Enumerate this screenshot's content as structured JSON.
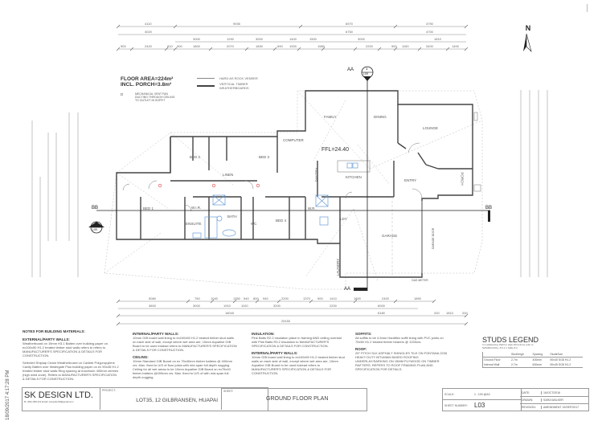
{
  "sheet": {
    "north_label": "N",
    "timestamp_vertical": "18/09/2017 4:17:28 PM"
  },
  "header_info": {
    "floor_area": "FLOOR AREA=224m²",
    "porch": "INCL. PORCH=3.8m²",
    "vent_note": "MECHANICAL VENT FAN DUCTING THROUGH CEILING TO OUTLET IN SOFFIT",
    "vent_symbol": "D",
    "legend": [
      {
        "label": "HARD AS ROCK VENEER"
      },
      {
        "label": "VERTICAL TIMBER WEATHERBOARDS"
      }
    ]
  },
  "plan": {
    "ffl": "FFL=24.40",
    "section_markers": [
      {
        "id": "AA",
        "num": "1",
        "sheet": "L09"
      },
      {
        "id": "BB",
        "num": "1",
        "sheet": "L09"
      }
    ],
    "rooms": [
      {
        "name": "FAMILY"
      },
      {
        "name": "DINING"
      },
      {
        "name": "LOUNGE"
      },
      {
        "name": "KITCHEN"
      },
      {
        "name": "PANTRY"
      },
      {
        "name": "ENTRY"
      },
      {
        "name": "PORCH"
      },
      {
        "name": "BED 1"
      },
      {
        "name": "BED 2"
      },
      {
        "name": "BED 3"
      },
      {
        "name": "BED 4"
      },
      {
        "name": "W.I.R."
      },
      {
        "name": "ENSUITE"
      },
      {
        "name": "BATH"
      },
      {
        "name": "WC"
      },
      {
        "name": "LINEN"
      },
      {
        "name": "COMPUTER"
      },
      {
        "name": "GARAGE"
      },
      {
        "name": "LAUNDRY"
      },
      {
        "name": "LDY"
      },
      {
        "name": "W.R."
      },
      {
        "name": "GAS METER"
      },
      {
        "name": "GARAGE DOOR"
      }
    ],
    "top_dimensions": {
      "row1": [
        "4110",
        "9935",
        "6970",
        "4790"
      ],
      "row2": [
        "4020",
        "6750",
        "4700"
      ],
      "row3": [
        "3000",
        "1290",
        "3000",
        "1400",
        "1500",
        "3000",
        "1810"
      ],
      "row4": [
        "900",
        "2420",
        "810",
        "900",
        "1800",
        "2070",
        "1830",
        "690",
        "1000",
        "2000",
        "1580",
        "2200",
        "900",
        "1150",
        "3400",
        "1400"
      ]
    },
    "bottom_dimensions": {
      "row1": [
        "5080",
        "750",
        "1040",
        "1350",
        "540",
        "800",
        "940",
        "2200",
        "1370",
        "900",
        "1410",
        "1800",
        "2400",
        "1890"
      ],
      "row2": [
        "3600",
        "3000",
        "1910",
        "1100",
        "3200",
        "2200",
        "6000"
      ],
      "row3": [
        "18040",
        "6180"
      ],
      "row4": [
        "25150"
      ],
      "extra": [
        "200",
        "1810",
        "200"
      ]
    }
  },
  "notes": {
    "title": "NOTES FOR BUILDING MATERIALS:",
    "columns": [
      [
        {
          "heading": "EXTERNAL/PARTY WALLS:",
          "text": "Weatherboard on 19mm H3.1 Batten over building paper on ex100x50 H1.2 treated timber stud walls refers to refers to MANUFACTURER'S SPECIFICATION & DETAILS FOR CONSTRUCTION."
        },
        {
          "heading": "",
          "text": "Selected Shiplap Cedar Weatherboard on Cavitek Polypropylene Cavity Batten over Watergate Plus building paper on ex 90x45 H1.2 treated timber stud walls Ring spacing at maximum 400mm centres (high wind zone). Refers to MANUFACTURER'S SPECIFICATION & DETAILS FOR CONSTRUCTION."
        }
      ],
      [
        {
          "heading": "INTERNAL/PARTY WALLS:",
          "text": "10mm GIB board wall lining to ex100x50 H1.2 treated timber stud walls on each side of wall, except where wet area are, 10mm Aqualine GIB Board to be used instead refers to MANUFACTURER'S SPECIFICATION & DETAILS FOR CONSTRUCTION."
        },
        {
          "heading": "CEILING:",
          "text": "10mm Standard GIB Board on ex 75x40mm timber battens @ 400mm crs. Max. fixed to U/S of floor joists with mid-span full depth nogging. Ceiling for all wet areas to be 10mm Aqualine GIB Board on ex75x40 timber battens @400mm crs. Max. fixed to U/S of with mid-span full depth nogging."
        }
      ],
      [
        {
          "heading": "INSULATION:",
          "text": "Pink Batts R2.2 insulation place in framing AND ceiling overlaid with Pink Batts R3.2 Insulation to MANUFACTURER'S SPECIFICATION & DETAILS FOR CONSTRUCTION."
        },
        {
          "heading": "INTERNAL/PARTY WALLS:",
          "text": "10mm GIB board wall lining to ex100x50 H1.2 treated timber stud walls on each side of wall, except where wet area are, 10mm Aqualine GIB Board to be used instead refers to MANUFACTURER'S SPECIFICATION & DETAILS FOR CONSTRUCTION."
        }
      ],
      [
        {
          "heading": "SOFFITS:",
          "text": "All soffits to be 4.5mm Hardiflex soffit lining with PVC joints on 75x50 H1.2 treated timber bearers @ 1200crs."
        },
        {
          "heading": "ROOF:",
          "text": "25° PITCH SLK ASPHALT SHINGLES TILE ON FONTANA 2226 HEAVY DUTY BITUMAN BASED ROOFING UNDERLAY/SARKING ON 15MM PLYWOOD ON TIMBER RAFTERS. REFERS TO ROOF FRAMING PLAN AND SPECIFICATION FOR DETAILS."
        }
      ]
    ]
  },
  "studs_legend": {
    "title": "STUDS LEGEND",
    "subtitle": "In Loadbearing Wall for High Wind Zone refer to NZS3604:2011, 8.5.1.1 Table 8.2",
    "headers": [
      "",
      "Studheigh",
      "Spacing",
      "StudsSize"
    ],
    "rows": [
      [
        "Ground Floor",
        "2.7m",
        "400mm",
        "90x45 SG8 H1.2"
      ],
      [
        "Internal Wall",
        "2.7m",
        "600mm",
        "90x45 SG8 H1.2"
      ]
    ]
  },
  "title_block": {
    "company": "SK DESIGN LTD.",
    "contact": "M: (021) 893 221    Email: sonsedior18@gmail.com",
    "project_label": "PROJECT:",
    "project": "LOT35, 12 GILBRANSEN, HUAPAI",
    "sheet_label": "SHEET:",
    "sheet": "GROUND FLOOR PLAN",
    "scale_label": "SCALE:",
    "scale": "1 : 100  @A3",
    "sheet_number_label": "SHEET NUMBER:",
    "sheet_number": "L03",
    "date_label": "DATE:",
    "date": "16/OCT/2016",
    "drawn_label": "DRAWN:",
    "drawn": "SARA WALKER",
    "revision_label": "REVISION:",
    "revision": "AMENDMENT 19/SEP/2017"
  }
}
